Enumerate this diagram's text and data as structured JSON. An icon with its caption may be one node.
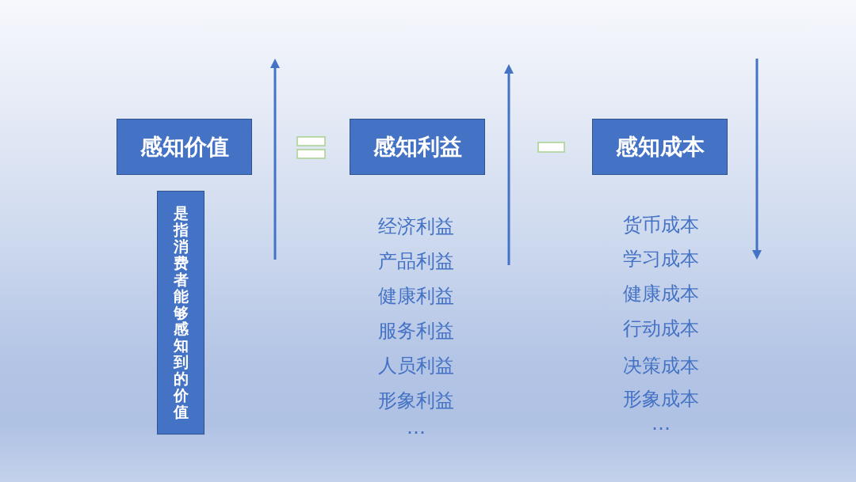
{
  "diagram": {
    "nodes": [
      {
        "text": [
          "感知价值"
        ]
      },
      {
        "text": [
          "感知利益"
        ],
        "beside": [
          "经济利益",
          "产品利益",
          "健康利益",
          "服务利益",
          "人员利益",
          "形象利益",
          "…"
        ]
      },
      {
        "text": [
          "感知成本"
        ],
        "beside": [
          "货币成本",
          "学习成本",
          "健康成本",
          "行动成本",
          "决策成本",
          "形象成本",
          "…"
        ]
      },
      {
        "text": [
          "是指消费者能够感知到的价值"
        ]
      }
    ]
  }
}
